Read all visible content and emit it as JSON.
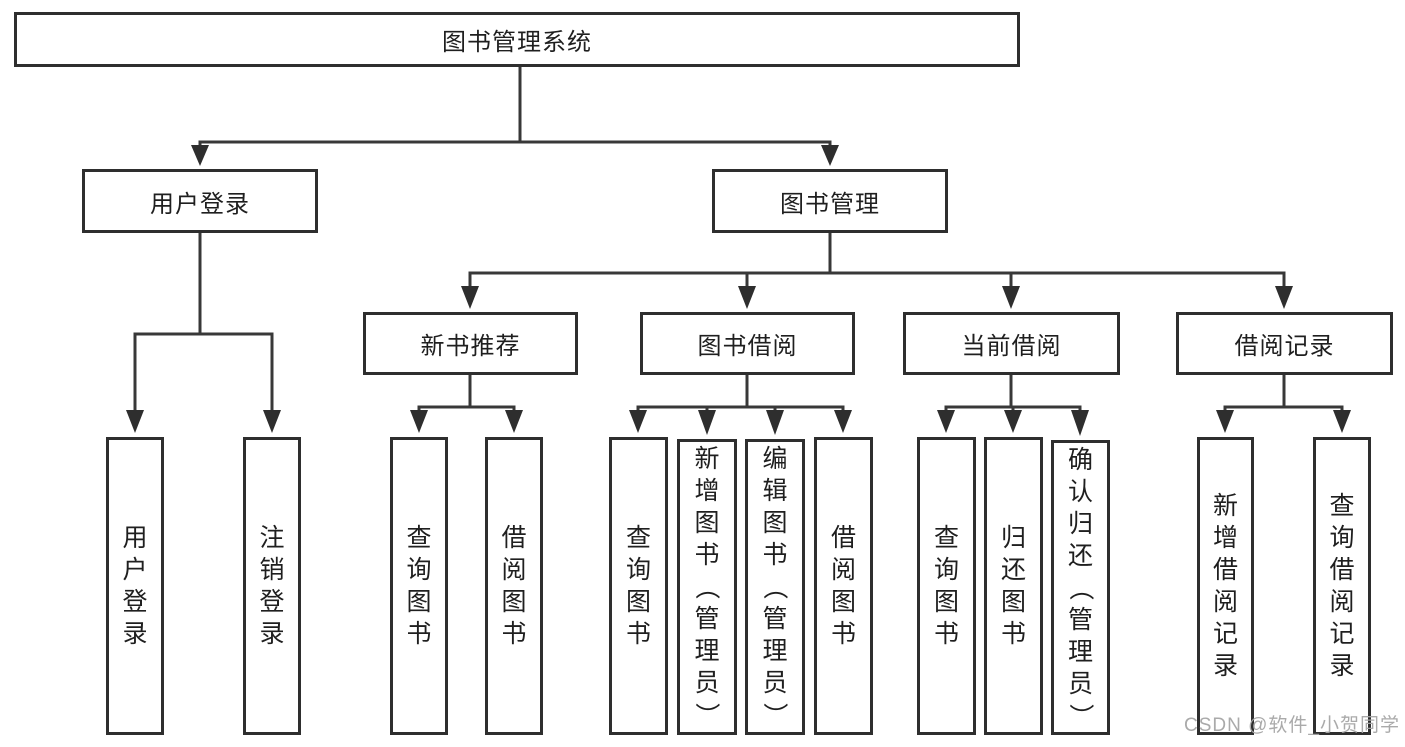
{
  "diagram": {
    "root": {
      "label": "图书管理系统",
      "children": [
        {
          "label": "用户登录",
          "children": [
            {
              "label": "用户登录"
            },
            {
              "label": "注销登录"
            }
          ]
        },
        {
          "label": "图书管理",
          "children": [
            {
              "label": "新书推荐",
              "children": [
                {
                  "label": "查询图书"
                },
                {
                  "label": "借阅图书"
                }
              ]
            },
            {
              "label": "图书借阅",
              "children": [
                {
                  "label": "查询图书"
                },
                {
                  "label": "新增图书（管理员）"
                },
                {
                  "label": "编辑图书（管理员）"
                },
                {
                  "label": "借阅图书"
                }
              ]
            },
            {
              "label": "当前借阅",
              "children": [
                {
                  "label": "查询图书"
                },
                {
                  "label": "归还图书"
                },
                {
                  "label": "确认归还（管理员）"
                }
              ]
            },
            {
              "label": "借阅记录",
              "children": [
                {
                  "label": "新增借阅记录"
                },
                {
                  "label": "查询借阅记录"
                }
              ]
            }
          ]
        }
      ]
    },
    "colors": {
      "border": "#2e2e2e",
      "line": "#383838",
      "text": "#1f1f1f",
      "background": "#ffffff",
      "watermark_color": "#a5a5a5"
    }
  },
  "watermark": {
    "text": "CSDN @软件_小贺同学"
  }
}
